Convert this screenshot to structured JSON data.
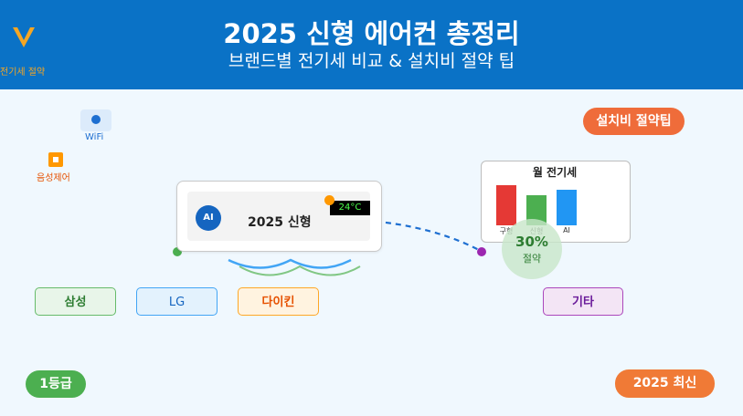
{
  "header": {
    "title": "2025 신형 에어컨 총정리",
    "subtitle": "브랜드별 전기세 비교 & 설치비 절약 팁",
    "logo_text": "전기세 절약",
    "bg_color": "#0a72c6"
  },
  "features": {
    "wifi_label": "WiFi",
    "voice_label": "음성제어"
  },
  "tips": {
    "install_label": "설치비 절약팁"
  },
  "aircon": {
    "ai_badge": "AI",
    "model_label": "2025 신형",
    "temperature": "24°C"
  },
  "chart_data": {
    "type": "bar",
    "title": "월 전기세",
    "categories": [
      "구형",
      "신형",
      "AI"
    ],
    "values": [
      0.95,
      0.72,
      0.85
    ],
    "colors": [
      "#e53935",
      "#4caf50",
      "#2196f3"
    ]
  },
  "savings": {
    "percent": "30%",
    "label": "절약"
  },
  "brands": {
    "samsung": "삼성",
    "lg": "LG",
    "daikin": "다이킨",
    "etc": "기타"
  },
  "badges": {
    "grade": "1등급",
    "latest": "2025 최신"
  }
}
